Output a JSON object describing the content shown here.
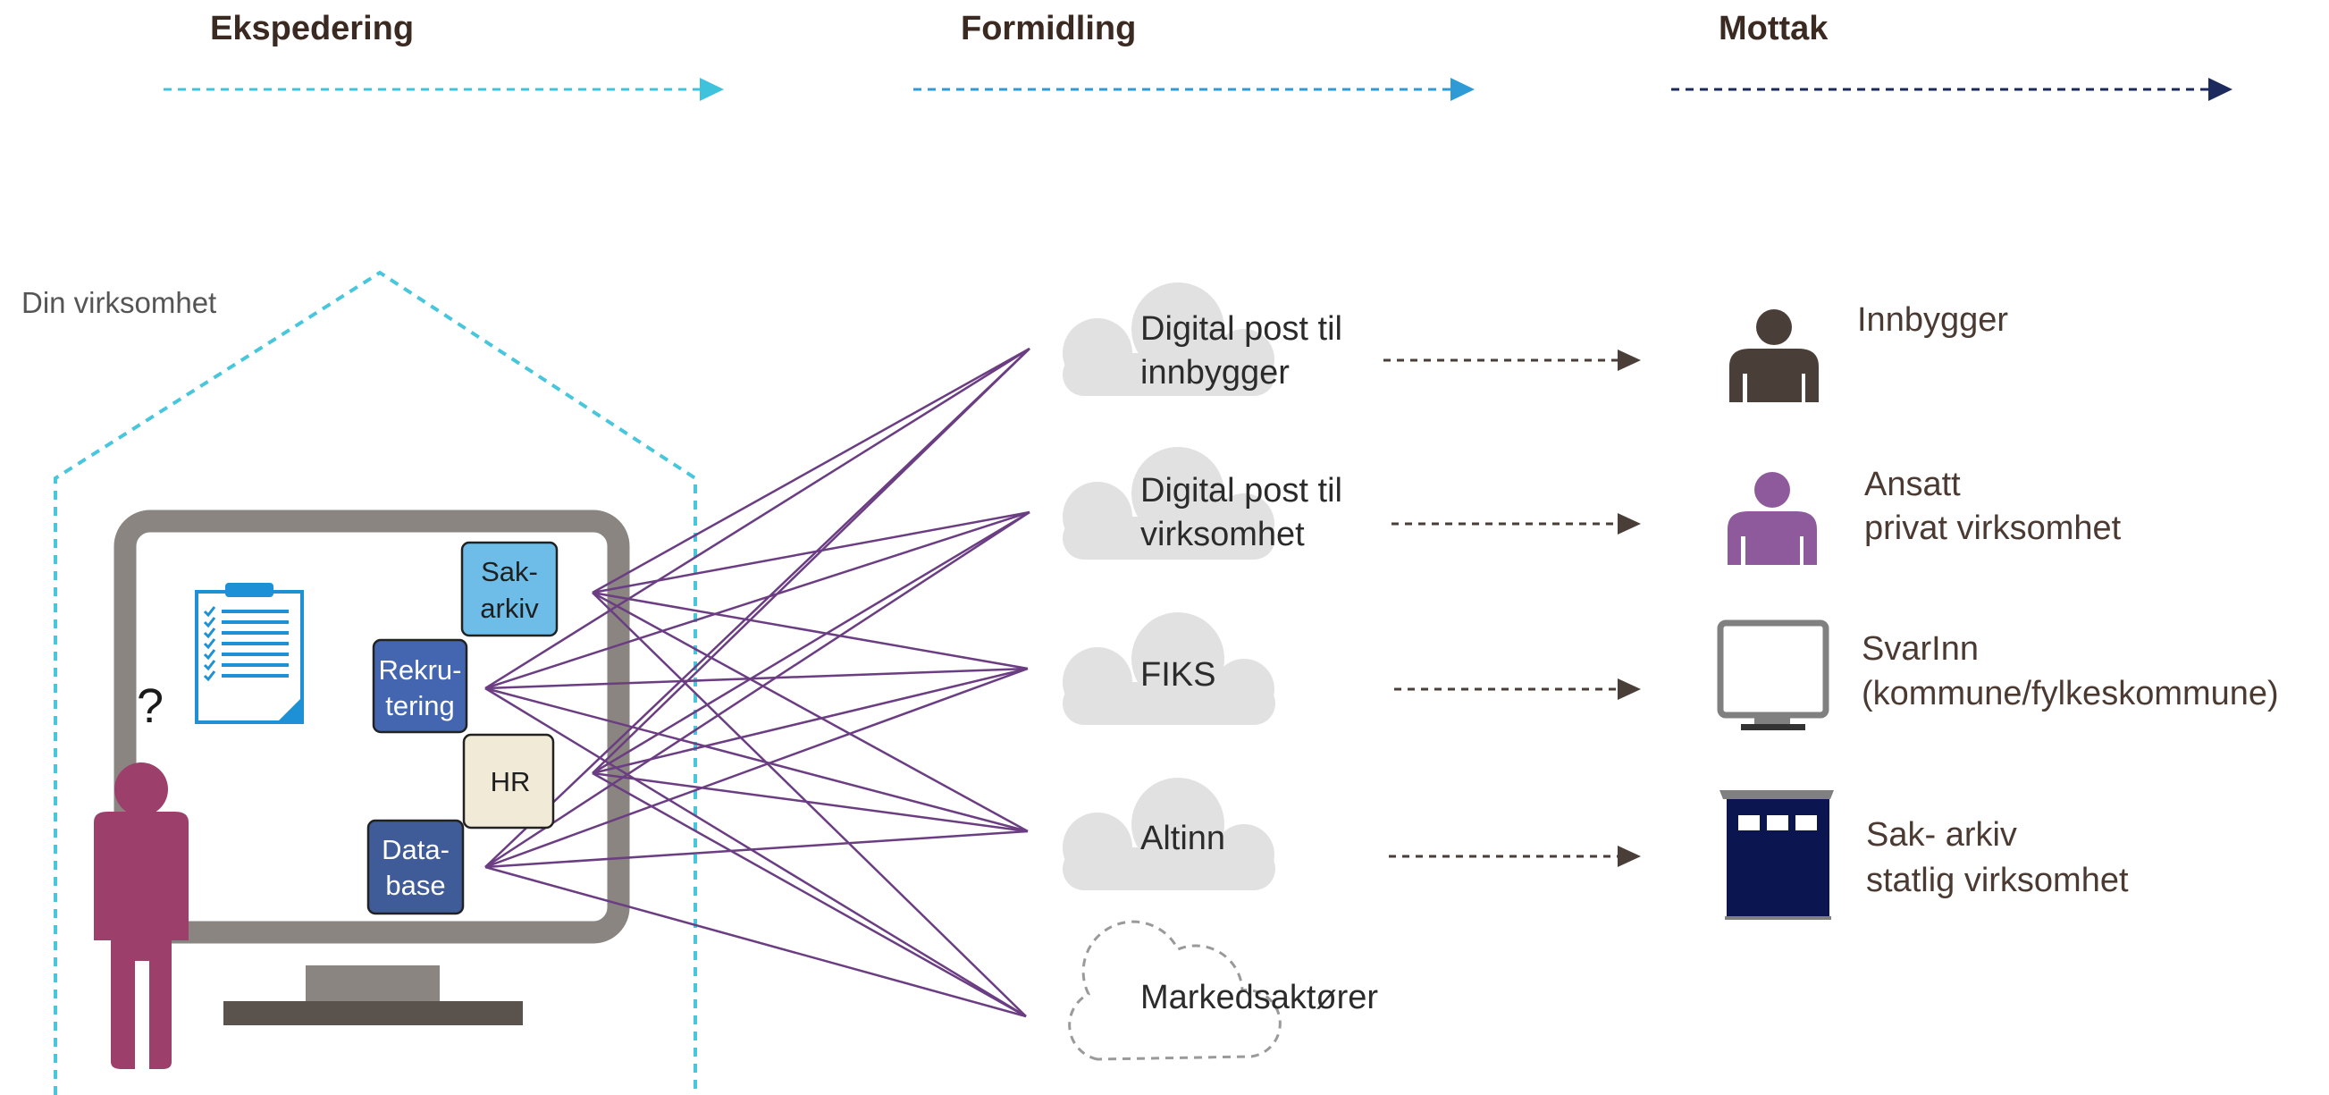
{
  "stages": [
    {
      "label": "Ekspedering",
      "color": "#3fc3dc"
    },
    {
      "label": "Formidling",
      "color": "#2e9ad6"
    },
    {
      "label": "Mottak",
      "color": "#1d2a5e"
    }
  ],
  "house_label": "Din virksomhet",
  "question_mark": "?",
  "systems": [
    {
      "id": "sakarkiv",
      "lines": [
        "Sak-",
        "arkiv"
      ],
      "fill": "#6dbde8"
    },
    {
      "id": "rekrutering",
      "lines": [
        "Rekru-",
        "tering"
      ],
      "fill": "#4466b0"
    },
    {
      "id": "hr",
      "lines": [
        "HR"
      ],
      "fill": "#f1ead7"
    },
    {
      "id": "database",
      "lines": [
        "Data-",
        "base"
      ],
      "fill": "#3f5c99"
    }
  ],
  "channels": [
    {
      "id": "dpi",
      "lines": [
        "Digital post til",
        "innbygger"
      ],
      "style": "solid"
    },
    {
      "id": "dpv",
      "lines": [
        "Digital post til",
        "virksomhet"
      ],
      "style": "solid"
    },
    {
      "id": "fiks",
      "lines": [
        "FIKS"
      ],
      "style": "solid"
    },
    {
      "id": "altinn",
      "lines": [
        "Altinn"
      ],
      "style": "solid"
    },
    {
      "id": "marked",
      "lines": [
        "Markedsaktører"
      ],
      "style": "dashed"
    }
  ],
  "receivers": [
    {
      "id": "innbygger",
      "lines": [
        "Innbygger"
      ],
      "icon": "person-icon",
      "color": "#4a3f38"
    },
    {
      "id": "ansatt",
      "lines": [
        "Ansatt",
        "privat virksomhet"
      ],
      "icon": "person-icon",
      "color": "#8e5a9c"
    },
    {
      "id": "svarinn",
      "lines": [
        "SvarInn",
        "(kommune/fylkeskommune)"
      ],
      "icon": "monitor-icon",
      "color": "#808080"
    },
    {
      "id": "sakarkiv-statlig",
      "lines": [
        "Sak- arkiv",
        "statlig virksomhet"
      ],
      "icon": "archive-cabinet-icon",
      "color": "#0b1650"
    }
  ],
  "colors": {
    "house_outline": "#48c6dc",
    "connections": "#6b3d82",
    "cloud": "#e1e1e1",
    "person": "#9c3f6b",
    "arrows": "#4a3f38",
    "clipboard": "#1e90d6"
  }
}
